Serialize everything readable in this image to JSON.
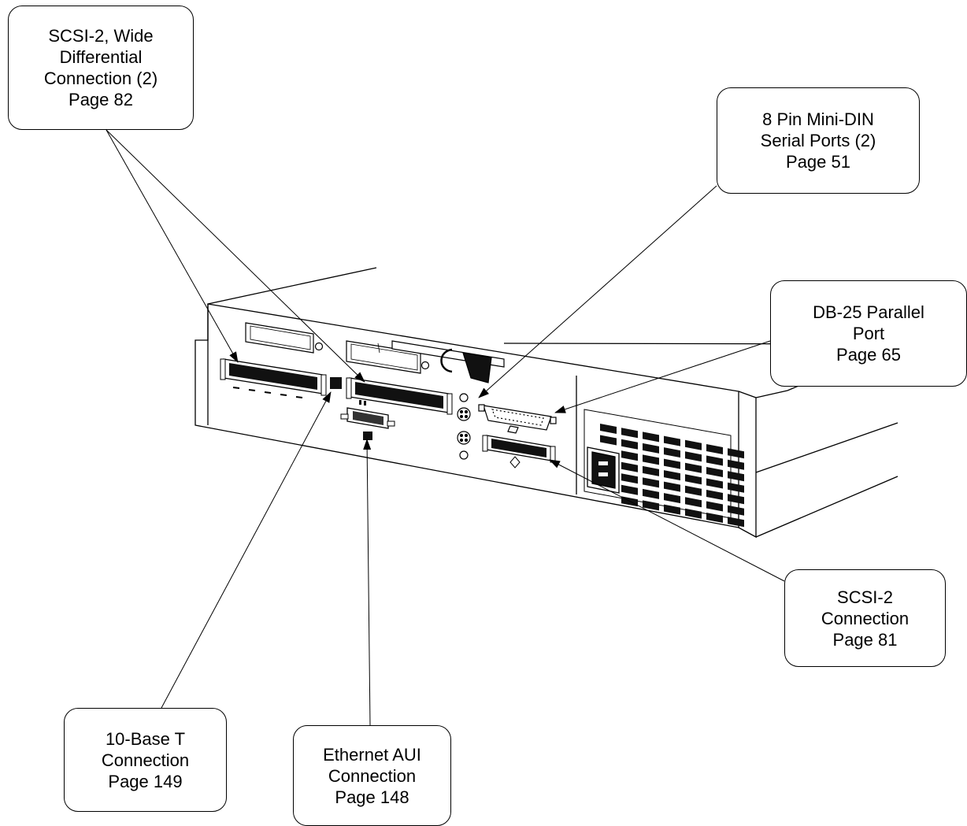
{
  "callouts": {
    "scsi2_wide": {
      "lines": [
        "SCSI-2, Wide",
        "Differential",
        "Connection (2)",
        "Page 82"
      ]
    },
    "serial_ports": {
      "lines": [
        "8 Pin Mini-DIN",
        "Serial Ports (2)",
        "Page 51"
      ]
    },
    "parallel_port": {
      "lines": [
        "DB-25 Parallel",
        "Port",
        "Page 65"
      ]
    },
    "scsi2": {
      "lines": [
        "SCSI-2",
        "Connection",
        "Page 81"
      ]
    },
    "ten_base_t": {
      "lines": [
        "10-Base T",
        "Connection",
        "Page 149"
      ]
    },
    "ethernet_aui": {
      "lines": [
        "Ethernet AUI",
        "Connection",
        "Page 148"
      ]
    }
  },
  "colors": {
    "line": "#000000",
    "fill": "#ffffff",
    "dark": "#111111"
  }
}
